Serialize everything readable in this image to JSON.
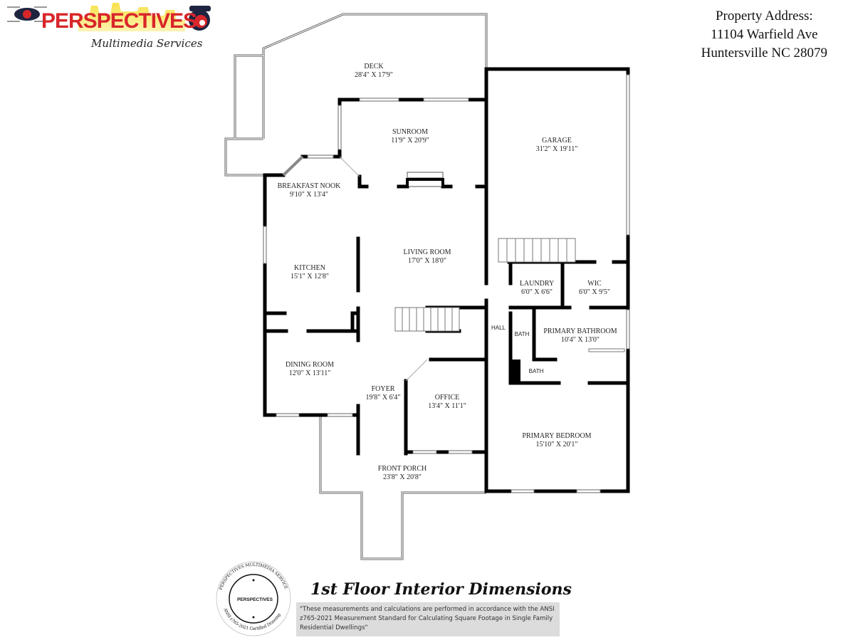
{
  "logo": {
    "brand": "PERSPECTIVES",
    "tagline": "Multimedia Services"
  },
  "address": {
    "label": "Property Address:",
    "street": "11104 Warfield Ave",
    "city": "Huntersville NC 28079"
  },
  "rooms": [
    {
      "name": "DECK",
      "dims": "28'4\" X 17'9\""
    },
    {
      "name": "SUNROOM",
      "dims": "11'9\" X 20'9\""
    },
    {
      "name": "GARAGE",
      "dims": "31'2\" X 19'11\""
    },
    {
      "name": "BREAKFAST NOOK",
      "dims": "9'10\" X 13'4\""
    },
    {
      "name": "LIVING ROOM",
      "dims": "17'0\" X 18'0\""
    },
    {
      "name": "KITCHEN",
      "dims": "15'1\" X 12'8\""
    },
    {
      "name": "LAUNDRY",
      "dims": "6'0\" X 6'6\""
    },
    {
      "name": "WIC",
      "dims": "6'0\" X 9'5\""
    },
    {
      "name": "PRIMARY BATHROOM",
      "dims": "10'4\" X 13'0\""
    },
    {
      "name": "DINING ROOM",
      "dims": "12'0\" X 13'11\""
    },
    {
      "name": "FOYER",
      "dims": "19'8\" X 6'4\""
    },
    {
      "name": "OFFICE",
      "dims": "13'4\" X 11'1\""
    },
    {
      "name": "PRIMARY BEDROOM",
      "dims": "15'10\" X 20'1\""
    },
    {
      "name": "FRONT PORCH",
      "dims": "23'8\" X 20'8\""
    }
  ],
  "small_labels": {
    "hall": "HALL",
    "bath1": "BATH",
    "bath2": "BATH"
  },
  "seal": {
    "ring_top": "PERSPECTIVES MULTIMEDIA SERVICES",
    "ring_bottom": "ANSI z765-2021 Certified Drawing",
    "center": "PERSPECTIVES"
  },
  "footer": {
    "title": "1st Floor Interior Dimensions",
    "note": "\"These measurements and calculations are performed in accordance with the ANSI z765-2021 Measurement Standard for Calculating Square Footage in Single Family Residential Dwellings\""
  }
}
